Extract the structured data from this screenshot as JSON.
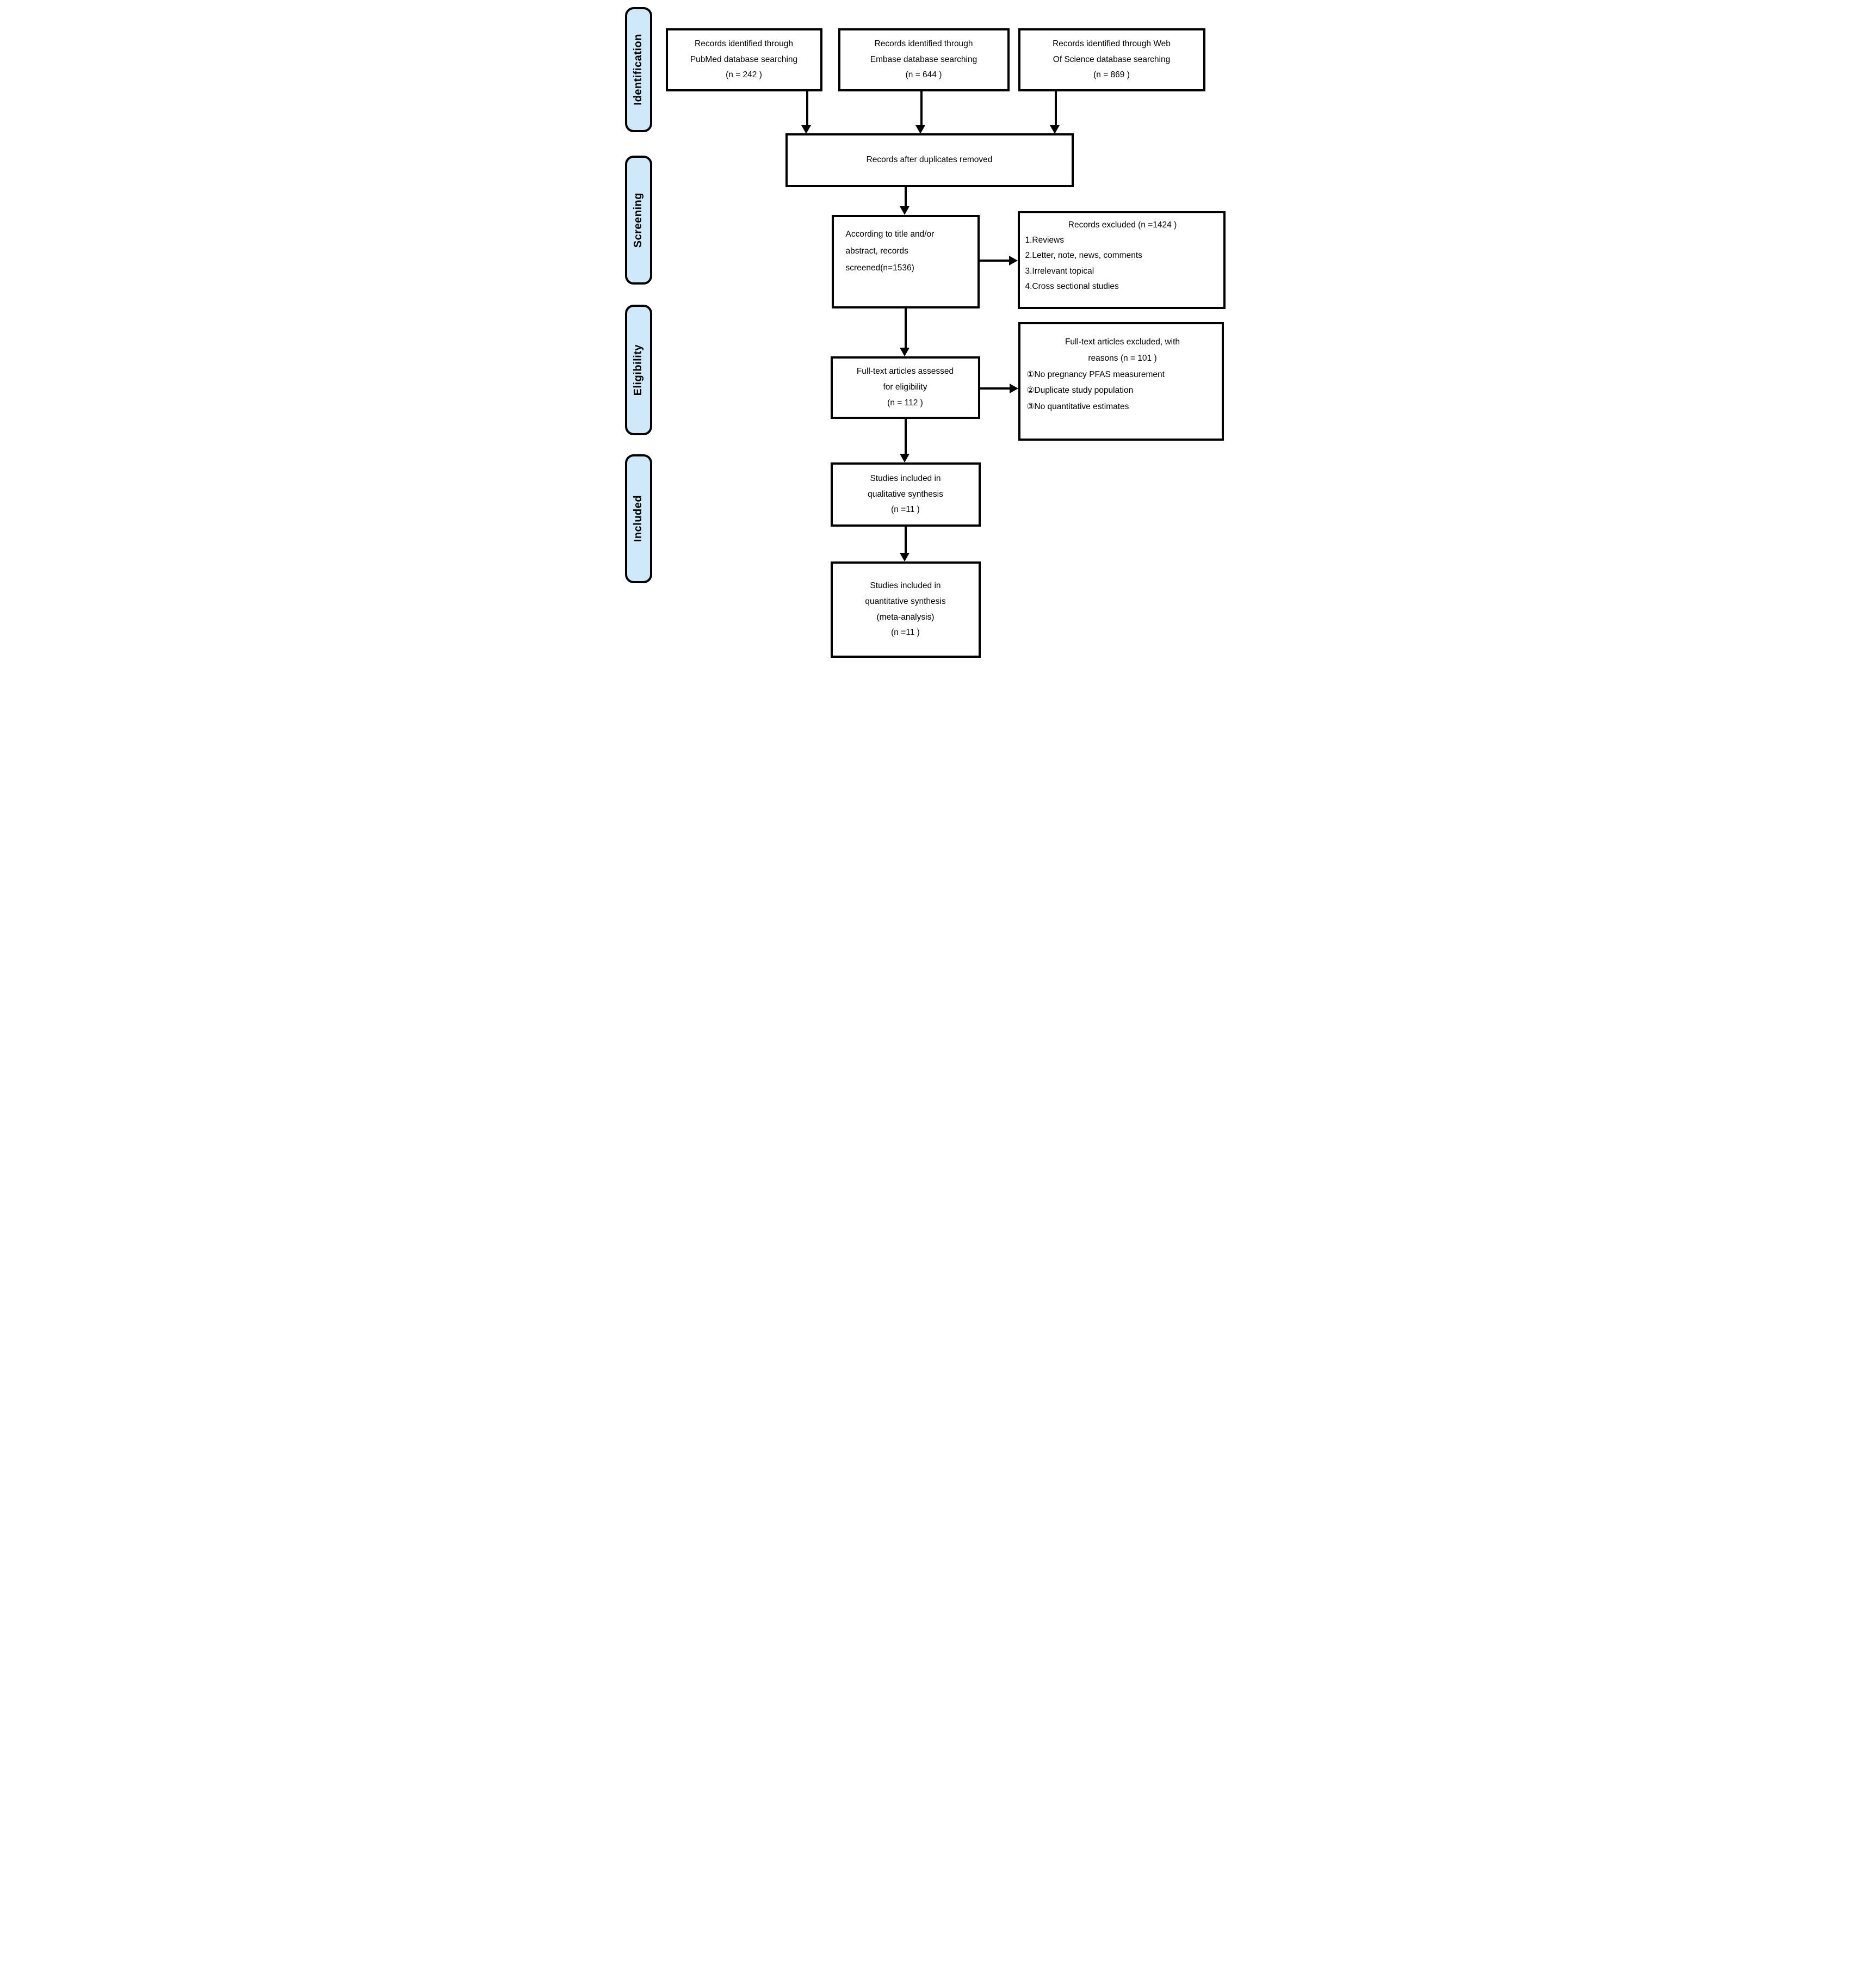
{
  "colors": {
    "stage_fill": "#cfe9fb",
    "line": "#000000",
    "box_bg": "#ffffff"
  },
  "sidebar": {
    "identification": "Identification",
    "screening": "Screening",
    "eligibility": "Eligibility",
    "included": "Included"
  },
  "boxes": {
    "pubmed": "Records identified through\nPubMed database searching\n(n = 242  )",
    "embase": "Records identified through\nEmbase database searching\n(n = 644  )",
    "wos": "Records identified through  Web\nOf Science database searching\n(n = 869  )",
    "duplicates": "Records after duplicates removed",
    "screened": "According to title and/or\nabstract, records\nscreened(n=1536)",
    "records_excluded": {
      "title": "Records excluded (n =1424   )",
      "items": [
        "1.Reviews",
        "2.Letter, note, news, comments",
        "3.Irrelevant topical",
        "4.Cross sectional studies"
      ]
    },
    "fulltext_assessed": "Full-text articles assessed\nfor eligibility\n(n = 112 )",
    "fulltext_excluded": {
      "title": "Full-text articles excluded, with\nreasons (n = 101 )",
      "items": [
        "①No pregnancy PFAS measurement",
        "②Duplicate study population",
        "③No quantitative estimates"
      ]
    },
    "qualitative": "Studies included in\nqualitative synthesis\n(n =11 )",
    "quantitative": "Studies included in\nquantitative synthesis\n(meta-analysis)\n(n =11 )"
  }
}
